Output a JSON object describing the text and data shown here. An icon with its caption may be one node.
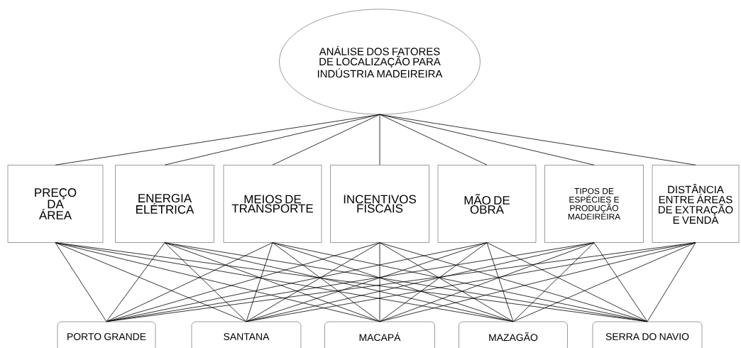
{
  "diagram": {
    "nodes": [
      {
        "text": [
          "ANÁLISE DOS FATORES DE LOCALIZAÇÃO PARA INDÚSTRIA MADEIREIRA"
        ]
      },
      {
        "text": [
          "PREÇO DA ÁREA"
        ]
      },
      {
        "text": [
          "ENERGIA ELÉTRICA"
        ]
      },
      {
        "text": [
          "MEIOS DE TRANSPORTE"
        ]
      },
      {
        "text": [
          "INCENTIVOS FISCAIS"
        ]
      },
      {
        "text": [
          "MÃO DE OBRA"
        ]
      },
      {
        "text": [
          "TIPOS DE ESPÉCIES E PRODUÇÃO MADEIREIRA"
        ]
      },
      {
        "text": [
          "DISTÂNCIA ENTRE ÁREAS DE EXTRAÇÃO E VENDA"
        ]
      },
      {
        "text": [
          "PORTO GRANDE"
        ]
      },
      {
        "text": [
          "SANTANA"
        ]
      },
      {
        "text": [
          "MACAPÁ"
        ]
      },
      {
        "text": [
          "MAZAGÃO"
        ]
      },
      {
        "text": [
          "SERRA DO NAVIO"
        ]
      }
    ],
    "edges": [
      {
        "from": 0,
        "to": 1,
        "arrow": "none"
      },
      {
        "from": 0,
        "to": 2,
        "arrow": "none"
      },
      {
        "from": 0,
        "to": 3,
        "arrow": "none"
      },
      {
        "from": 0,
        "to": 4,
        "arrow": "none"
      },
      {
        "from": 0,
        "to": 5,
        "arrow": "none"
      },
      {
        "from": 0,
        "to": 6,
        "arrow": "none"
      },
      {
        "from": 0,
        "to": 7,
        "arrow": "none"
      },
      {
        "from": 1,
        "to": 8,
        "arrow": "none"
      },
      {
        "from": 1,
        "to": 9,
        "arrow": "none"
      },
      {
        "from": 1,
        "to": 10,
        "arrow": "none"
      },
      {
        "from": 1,
        "to": 11,
        "arrow": "none"
      },
      {
        "from": 1,
        "to": 12,
        "arrow": "none"
      },
      {
        "from": 2,
        "to": 8,
        "arrow": "none"
      },
      {
        "from": 2,
        "to": 9,
        "arrow": "none"
      },
      {
        "from": 2,
        "to": 10,
        "arrow": "none"
      },
      {
        "from": 2,
        "to": 11,
        "arrow": "none"
      },
      {
        "from": 2,
        "to": 12,
        "arrow": "none"
      },
      {
        "from": 3,
        "to": 8,
        "arrow": "none"
      },
      {
        "from": 3,
        "to": 9,
        "arrow": "none"
      },
      {
        "from": 3,
        "to": 10,
        "arrow": "none"
      },
      {
        "from": 3,
        "to": 11,
        "arrow": "none"
      },
      {
        "from": 3,
        "to": 12,
        "arrow": "none"
      },
      {
        "from": 4,
        "to": 8,
        "arrow": "none"
      },
      {
        "from": 4,
        "to": 9,
        "arrow": "none"
      },
      {
        "from": 4,
        "to": 10,
        "arrow": "none"
      },
      {
        "from": 4,
        "to": 11,
        "arrow": "none"
      },
      {
        "from": 4,
        "to": 12,
        "arrow": "none"
      },
      {
        "from": 5,
        "to": 8,
        "arrow": "none"
      },
      {
        "from": 5,
        "to": 9,
        "arrow": "none"
      },
      {
        "from": 5,
        "to": 10,
        "arrow": "none"
      },
      {
        "from": 5,
        "to": 11,
        "arrow": "none"
      },
      {
        "from": 5,
        "to": 12,
        "arrow": "none"
      },
      {
        "from": 6,
        "to": 8,
        "arrow": "none"
      },
      {
        "from": 6,
        "to": 9,
        "arrow": "none"
      },
      {
        "from": 6,
        "to": 10,
        "arrow": "none"
      },
      {
        "from": 6,
        "to": 11,
        "arrow": "none"
      },
      {
        "from": 6,
        "to": 12,
        "arrow": "none"
      },
      {
        "from": 7,
        "to": 8,
        "arrow": "none"
      },
      {
        "from": 7,
        "to": 9,
        "arrow": "none"
      },
      {
        "from": 7,
        "to": 10,
        "arrow": "none"
      },
      {
        "from": 7,
        "to": 11,
        "arrow": "none"
      },
      {
        "from": 7,
        "to": 12,
        "arrow": "none"
      }
    ]
  }
}
